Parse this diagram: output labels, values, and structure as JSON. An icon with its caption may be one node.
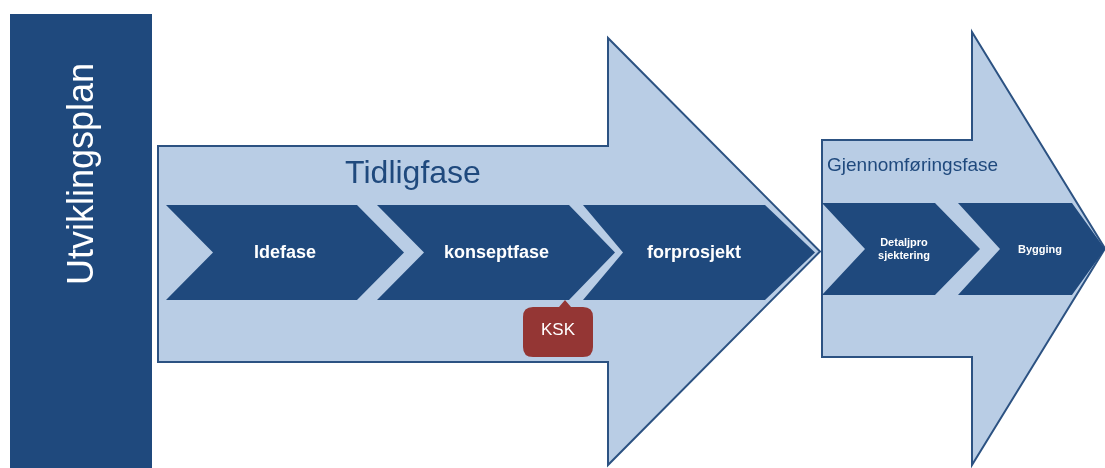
{
  "diagram": {
    "nodes": [
      {
        "text": [
          "Utviklingsplan"
        ]
      },
      {
        "text": [
          "Tidligfase"
        ]
      },
      {
        "text": [
          "Idefase"
        ],
        "in": 1
      },
      {
        "text": [
          "konseptfase"
        ],
        "in": 1
      },
      {
        "text": [
          "forprosjekt"
        ],
        "in": 1
      },
      {
        "text": [
          "KSK"
        ],
        "in": 1
      },
      {
        "text": [
          "Gjennomføringsfase"
        ]
      },
      {
        "text": [
          "Detaljpro sjektering"
        ],
        "in": 6
      },
      {
        "text": [
          "Bygging"
        ],
        "in": 6
      }
    ],
    "edges": []
  }
}
